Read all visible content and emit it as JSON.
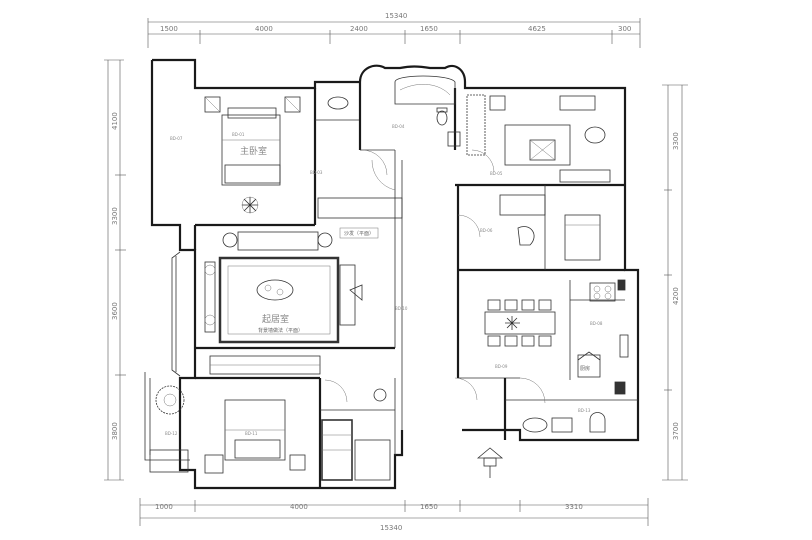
{
  "rooms": {
    "master_bedroom": "主卧室",
    "living_room": "起居室",
    "living_room_note": "背景墙做法（平面）",
    "tv_note": "沙发（平面）",
    "kitchen": "厨房"
  },
  "dimensions_top": {
    "total": "15340",
    "segments": [
      "1500",
      "4000",
      "2400",
      "1650",
      "4625",
      "300"
    ]
  },
  "dimensions_bottom": {
    "total": "15340",
    "segments": [
      "1000",
      "4000",
      "1650",
      "3310"
    ]
  },
  "dimensions_left": [
    "4100",
    "3300",
    "3600",
    "3800"
  ],
  "dimensions_right": [
    "3300",
    "4200",
    "3700"
  ],
  "colors": {
    "wall": "#1a1a1a",
    "line": "#333333",
    "text": "#888888"
  },
  "icons": [
    "north-arrow-icon",
    "plant-icon",
    "toilet-icon",
    "bathtub-icon",
    "stove-icon",
    "dining-table-icon",
    "sofa-icon",
    "bed-icon"
  ]
}
